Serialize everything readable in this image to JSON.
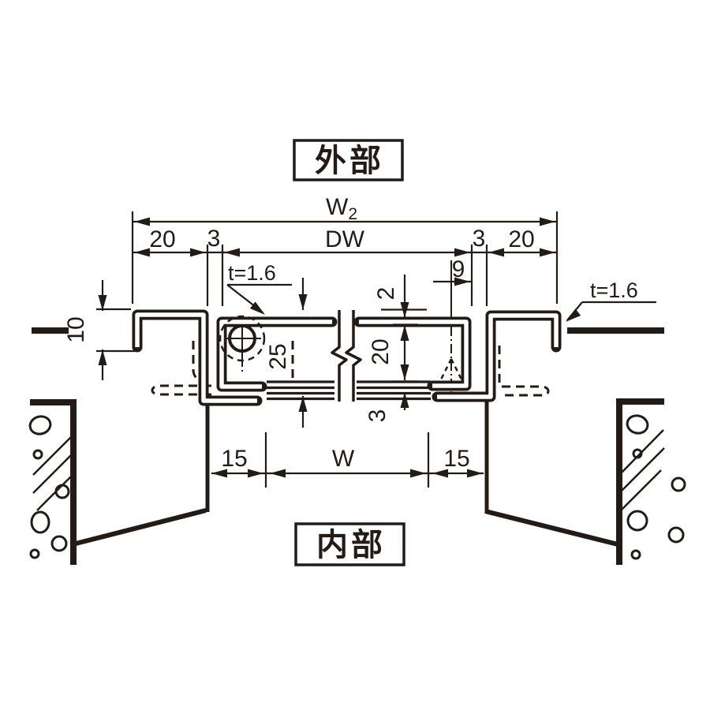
{
  "drawing": {
    "type": "window-frame-cross-section",
    "line_color": "#221b16",
    "background": "#ffffff",
    "labels": {
      "exterior": "外部",
      "interior": "内部",
      "thickness_left": "t=1.6",
      "thickness_right": "t=1.6"
    },
    "dimensions": {
      "overall_width_base": "W",
      "overall_width_sub": "2",
      "top_left_20": "20",
      "top_left_3": "3",
      "dw": "DW",
      "top_right_3": "3",
      "top_right_20": "20",
      "offset_9": "9",
      "height_10": "10",
      "depth_25": "25",
      "step_2": "2",
      "depth_20": "20",
      "gap_3": "3",
      "bottom_left_15": "15",
      "opening_w": "W",
      "bottom_right_15": "15"
    }
  }
}
